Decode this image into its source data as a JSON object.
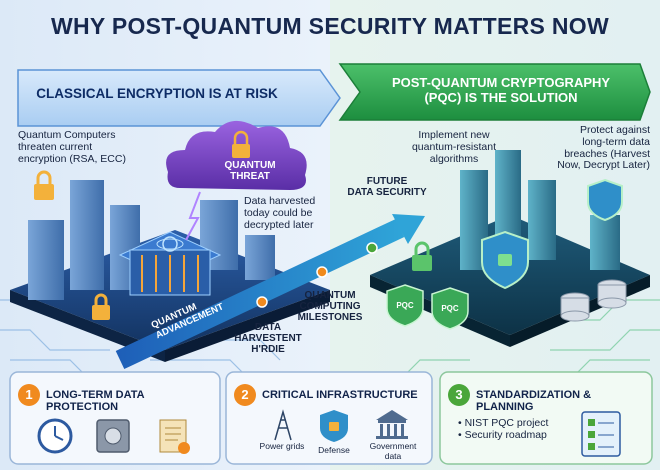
{
  "title": "WHY POST-QUANTUM SECURITY MATTERS NOW",
  "banners": {
    "left": "CLASSICAL ENCRYPTION IS AT RISK",
    "right_line1": "POST-QUANTUM CRYPTOGRAPHY",
    "right_line2": "(PQC) IS THE SOLUTION"
  },
  "left_side": {
    "quantum_text": [
      "Quantum Computers",
      "threaten current",
      "encryption (RSA, ECC)"
    ],
    "cloud_label": [
      "QUANTUM",
      "THREAT"
    ],
    "harvest_text": [
      "Data harvested",
      "today could be",
      "decrypted later"
    ]
  },
  "right_side": {
    "implement_text": [
      "Implement new",
      "quantum-resistant",
      "algorithms"
    ],
    "protect_text": [
      "Protect against",
      "long-term data",
      "breaches (Harvest",
      "Now, Decrypt Later)"
    ],
    "pqc_label": "PQC"
  },
  "timeline": {
    "advancement": [
      "QUANTUM",
      "ADVANCEMENT"
    ],
    "harvest_label": [
      "DATA",
      "HARVESTENT",
      "H'RDIE"
    ],
    "milestones": [
      "QUANTUM",
      "COMPUTING",
      "MILESTONES"
    ],
    "future": [
      "FUTURE",
      "DATA SECURITY"
    ]
  },
  "panels": [
    {
      "number": "1",
      "title": "LONG-TERM DATA PROTECTION",
      "icons": [
        "clock-icon",
        "safe-icon",
        "document-icon"
      ]
    },
    {
      "number": "2",
      "title": "CRITICAL INFRASTRUCTURE",
      "icon_labels": [
        "Power grids",
        "Defense",
        "Government data"
      ]
    },
    {
      "number": "3",
      "title": "STANDARDIZATION & PLANNING",
      "bullets": [
        "• NIST PQC project",
        "• Security roadmap"
      ]
    }
  ],
  "colors": {
    "left_accent": "#1f6fc7",
    "right_accent": "#22a64a",
    "threat": "#7a44c8",
    "marker": "#f08a1f"
  }
}
